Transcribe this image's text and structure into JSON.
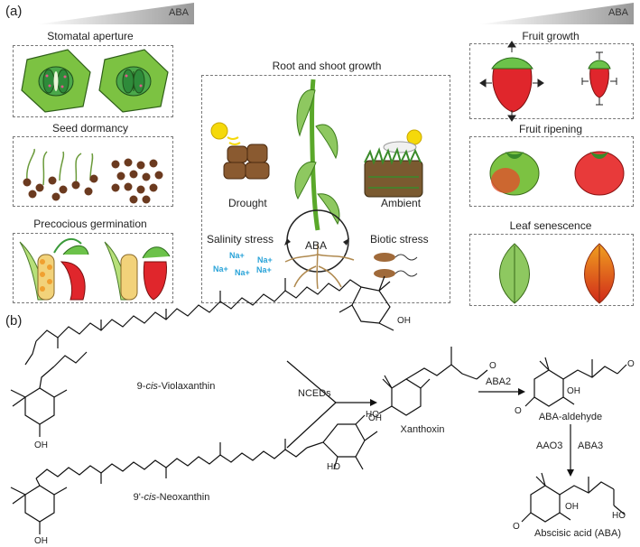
{
  "panel_a": {
    "label": "(a)",
    "gradient_left": "ABA",
    "gradient_right": "ABA",
    "stomatal_aperture": "Stomatal aperture",
    "seed_dormancy": "Seed dormancy",
    "precocious_germination": "Precocious germination",
    "root_shoot_growth": "Root and shoot growth",
    "drought": "Drought",
    "ambient": "Ambient",
    "salinity_stress": "Salinity stress",
    "aba_center": "ABA",
    "biotic_stress": "Biotic stress",
    "na_ions": [
      "Na+",
      "Na+",
      "Na+",
      "Na+",
      "Na+"
    ],
    "fruit_growth": "Fruit growth",
    "fruit_ripening": "Fruit ripening",
    "leaf_senescence": "Leaf senescence"
  },
  "panel_b": {
    "label": "(b)",
    "violaxanthin": "9-cis-Violaxanthin",
    "violaxanthin_prefix": "9-",
    "violaxanthin_italic": "cis",
    "violaxanthin_suffix": "-Violaxanthin",
    "neoxanthin_prefix": "9'-",
    "neoxanthin_italic": "cis",
    "neoxanthin_suffix": "-Neoxanthin",
    "nceds": "NCEDs",
    "xanthoxin": "Xanthoxin",
    "aba2": "ABA2",
    "aba_aldehyde": "ABA-aldehyde",
    "aao3": "AAO3",
    "aba3": "ABA3",
    "abscisic_acid": "Abscisic acid (ABA)",
    "atoms": {
      "oh": "OH",
      "o": "O",
      "ho": "HO",
      "o_ald": "O"
    }
  },
  "colors": {
    "leaf_green": "#7cc242",
    "stomata_dark": "#2e8b3a",
    "seed_brown": "#6b3a1f",
    "strawberry_red": "#e0262c",
    "tomato_red": "#e83a3a",
    "na_blue": "#29a3d8",
    "sun_yellow": "#f5d90a"
  }
}
